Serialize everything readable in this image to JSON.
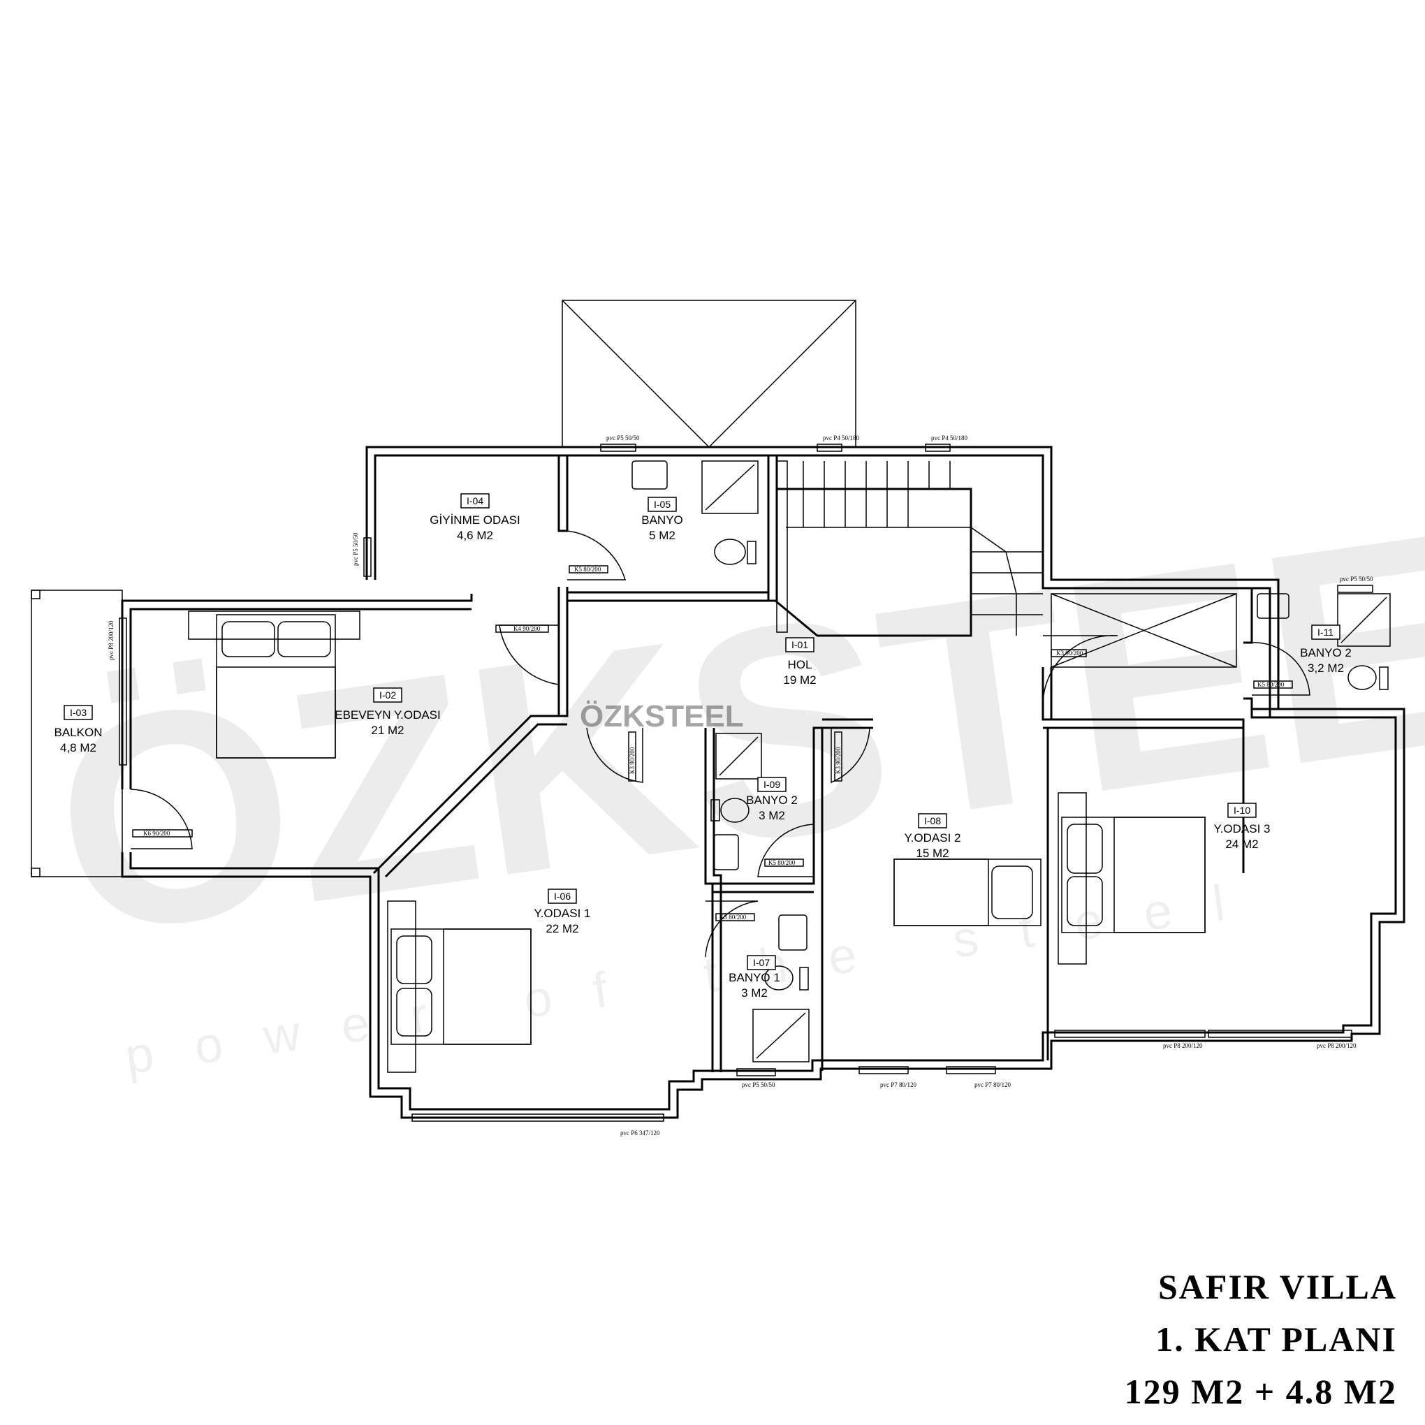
{
  "title": {
    "lines": [
      "SAFIR VILLA",
      "1. KAT PLANI",
      "129 M2 + 4.8 M2"
    ]
  },
  "watermark": {
    "brand_small": "ÖZKSTEEL",
    "tagline": "power of the steel"
  },
  "rooms": [
    {
      "code": "I-01",
      "name": "HOL",
      "area": "19 M2"
    },
    {
      "code": "I-02",
      "name": "EBEVEYN Y.ODASI",
      "area": "21 M2"
    },
    {
      "code": "I-03",
      "name": "BALKON",
      "area": "4,8 M2"
    },
    {
      "code": "I-04",
      "name": "GİYİNME ODASI",
      "area": "4,6 M2"
    },
    {
      "code": "I-05",
      "name": "BANYO",
      "area": "5 M2"
    },
    {
      "code": "I-06",
      "name": "Y.ODASI 1",
      "area": "22 M2"
    },
    {
      "code": "I-07",
      "name": "BANYO 1",
      "area": "3 M2"
    },
    {
      "code": "I-08",
      "name": "Y.ODASI 2",
      "area": "15 M2"
    },
    {
      "code": "I-09",
      "name": "BANYO 2",
      "area": "3 M2"
    },
    {
      "code": "I-10",
      "name": "Y.ODASI 3",
      "area": "24 M2"
    },
    {
      "code": "I-11",
      "name": "BANYO 2",
      "area": "3,2 M2"
    }
  ],
  "windows": [
    "pvc P5 50/50",
    "pvc P4 50/180",
    "pvc P4 50/180",
    "pvc P5 50/50",
    "pvc P5 50/50",
    "pvc P8 200/120",
    "pvc P8 200/120",
    "pvc P8 200/120",
    "pvc P5 50/50",
    "pvc P7 80/120",
    "pvc P7 80/120",
    "pvc P6 347/120"
  ],
  "doors": [
    "K5 80/200",
    "K4 90/200",
    "K3 90/200",
    "K5 80/200",
    "K6 90/200",
    "K3 90/200",
    "K3 90/200",
    "K5 80/200",
    "K5 80/200"
  ]
}
